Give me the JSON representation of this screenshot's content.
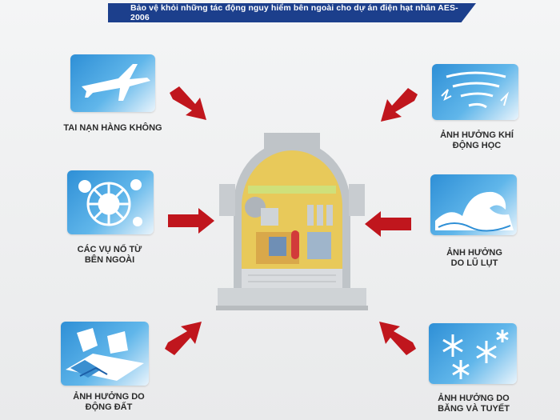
{
  "title": "Bảo vệ khỏi những tác động nguy hiểm bên ngoài cho dự án điện hạt nhân AES-2006",
  "hazards": {
    "air_crash": {
      "label": "TAI NẠN HÀNG KHÔNG",
      "icon": "airplane-icon"
    },
    "explosions": {
      "label_line1": "CÁC VỤ NỔ TỪ",
      "label_line2": "BÊN NGOÀI",
      "icon": "explosion-icon"
    },
    "earthquake": {
      "label_line1": "ẢNH HƯỞNG DO",
      "label_line2": "ĐỘNG ĐẤT",
      "icon": "earthquake-icon"
    },
    "aerodynamic": {
      "label_line1": "ẢNH HƯỞNG KHÍ",
      "label_line2": "ĐỘNG HỌC",
      "icon": "tornado-icon"
    },
    "flood": {
      "label_line1": "ẢNH HƯỞNG",
      "label_line2": "DO LŨ LỤT",
      "icon": "wave-icon"
    },
    "snow": {
      "label_line1": "ẢNH HƯỞNG DO",
      "label_line2": "BĂNG VÀ TUYẾT",
      "icon": "snowflake-icon"
    }
  },
  "colors": {
    "title_bar": "#1c3f8c",
    "tile_blue": "#2e8fd6",
    "arrow_red": "#c0161d",
    "reactor_yellow": "#e8c95a"
  }
}
